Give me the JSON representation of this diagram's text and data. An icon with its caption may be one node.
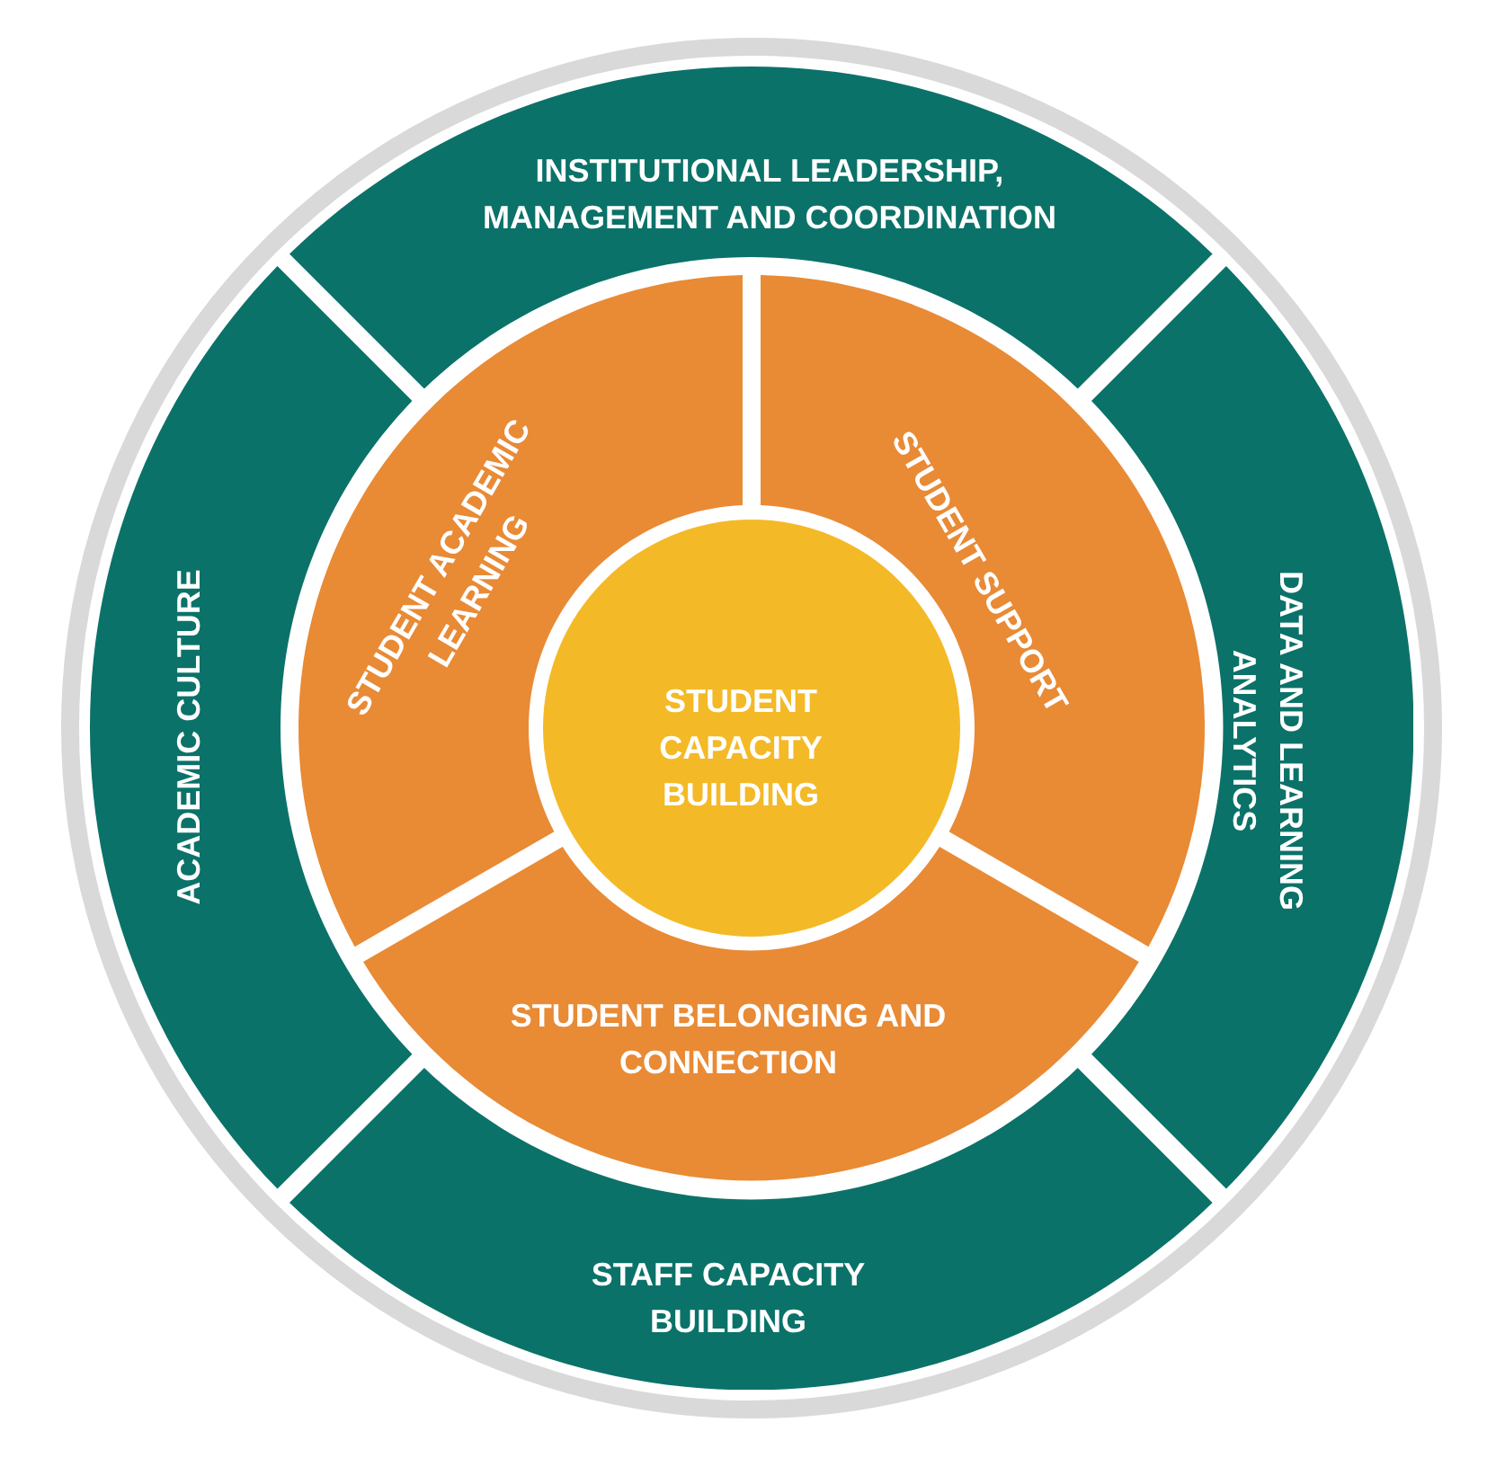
{
  "diagram": {
    "nodes": [
      {
        "text": [
          "INSTITUTIONAL LEADERSHIP, MANAGEMENT AND COORDINATION"
        ]
      },
      {
        "text": [
          "ACADEMIC CULTURE"
        ]
      },
      {
        "text": [
          "DATA AND LEARNING ANALYTICS"
        ]
      },
      {
        "text": [
          "STAFF CAPACITY BUILDING"
        ]
      },
      {
        "text": [
          "STUDENT ACADEMIC LEARNING"
        ]
      },
      {
        "text": [
          "STUDENT SUPPORT"
        ]
      },
      {
        "text": [
          "STUDENT BELONGING AND CONNECTION"
        ]
      },
      {
        "text": [
          "STUDENT CAPACITY BUILDING"
        ]
      }
    ]
  }
}
